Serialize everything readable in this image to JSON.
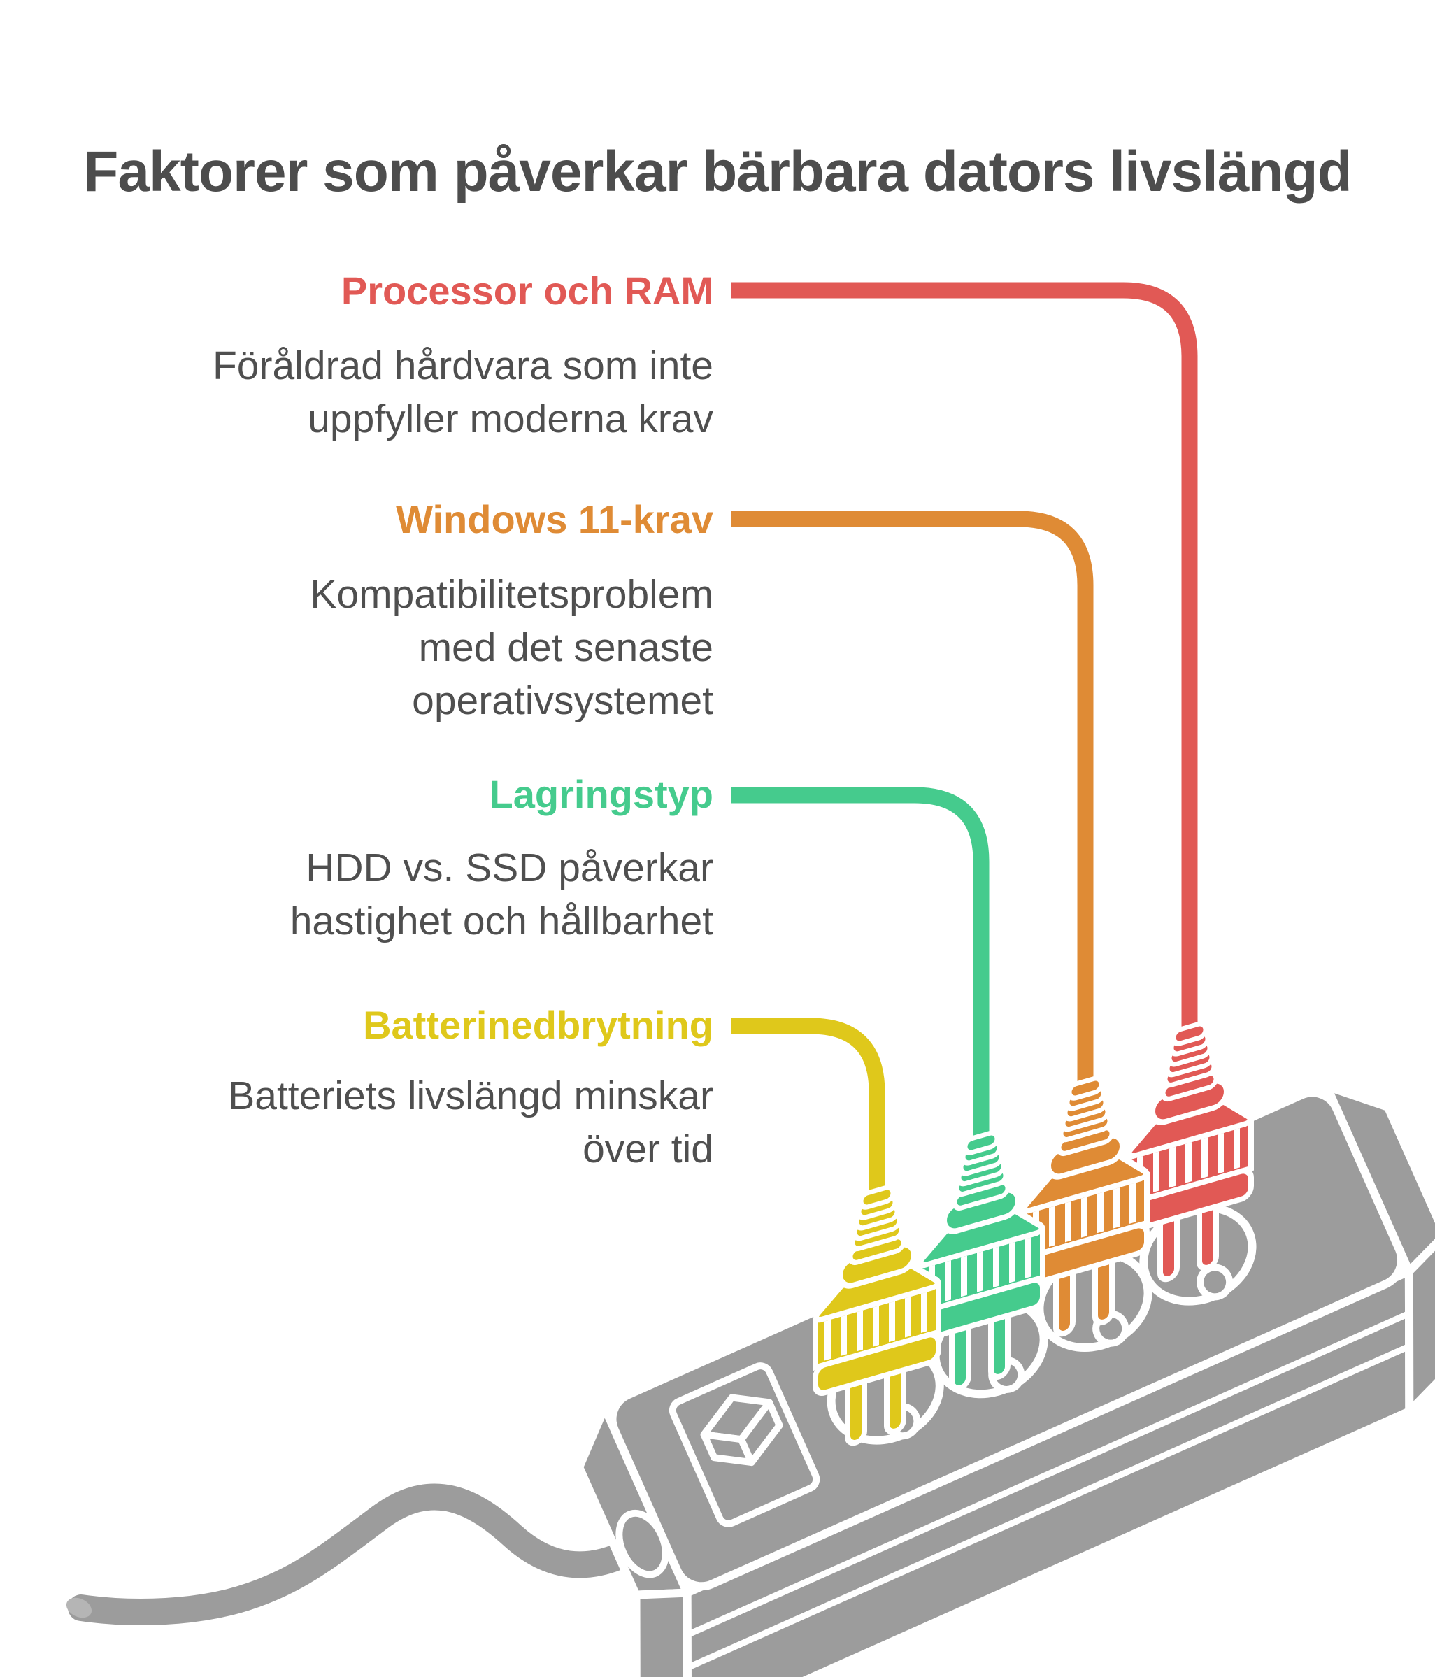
{
  "title": "Faktorer som påverkar bärbara dators livslängd",
  "text_colors": {
    "title": "#4D4D4D",
    "description": "#4F4F4F"
  },
  "background": "#FFFFFF",
  "sections": [
    {
      "label": "Processor och RAM",
      "color": "#E15955",
      "lines": [
        "Föråldrad hårdvara som inte",
        "uppfyller moderna krav"
      ]
    },
    {
      "label": "Windows 11-krav",
      "color": "#DF8B35",
      "lines": [
        "Kompatibilitetsproblem",
        "med det senaste",
        "operativsystemet"
      ]
    },
    {
      "label": "Lagringstyp",
      "color": "#45CB8D",
      "lines": [
        "HDD vs. SSD påverkar",
        "hastighet och hållbarhet"
      ]
    },
    {
      "label": "Batterinedbrytning",
      "color": "#DFC81B",
      "lines": [
        "Batteriets livslängd minskar",
        "över tid"
      ]
    }
  ],
  "illustration": {
    "power_strip": {
      "color": "#9C9C9C",
      "outline": "#FFFFFF",
      "socket_count": 4
    },
    "plug_colors_left_to_right": [
      "#DFC81B",
      "#45CB8D",
      "#DF8B35",
      "#E15955"
    ],
    "cord_tip_color": "#B5B5B5"
  }
}
